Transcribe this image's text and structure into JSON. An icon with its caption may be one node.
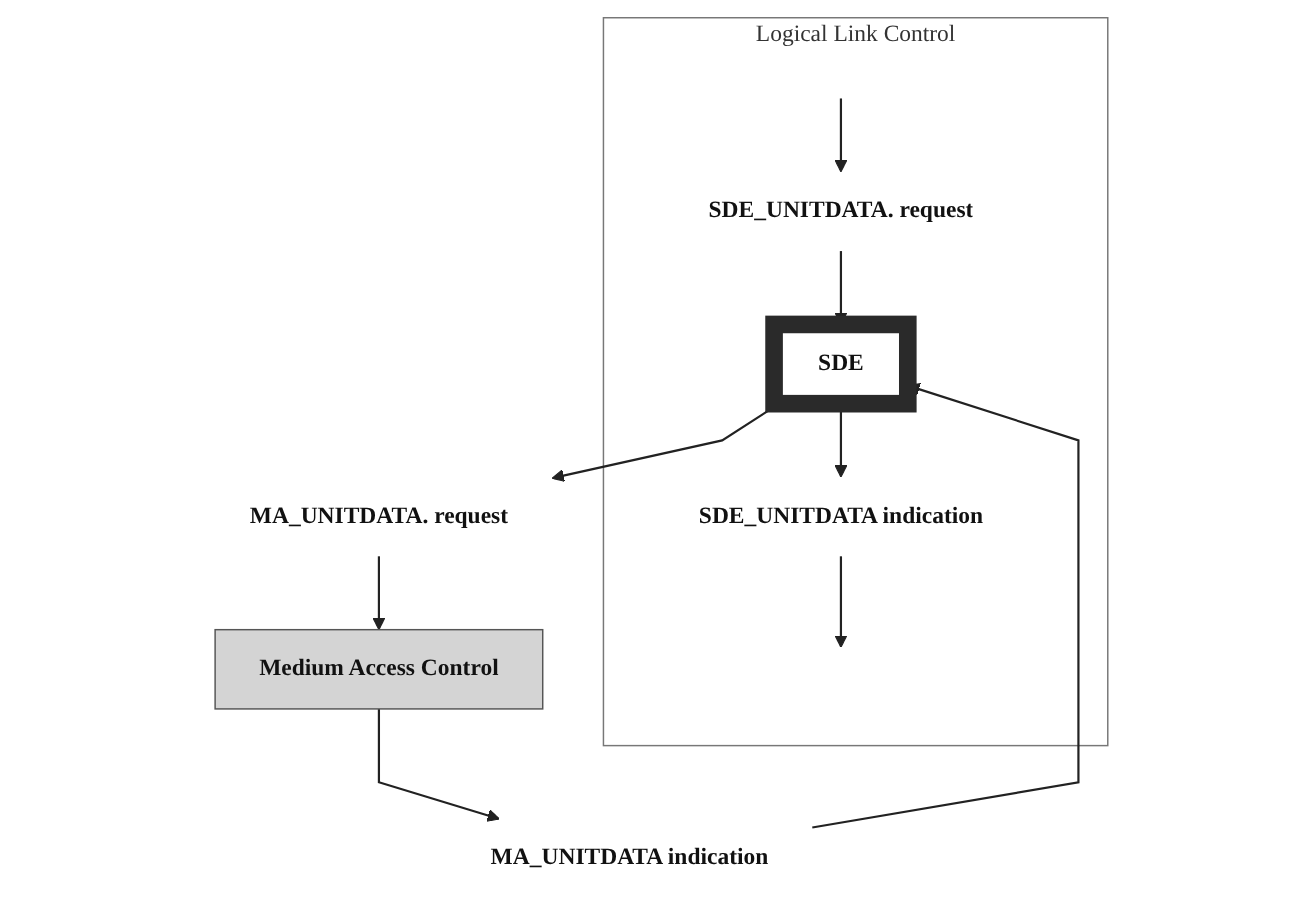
{
  "diagram": {
    "nodes": [
      {
        "text": [
          "Logical Link Control"
        ]
      },
      {
        "text": [
          "SDE_UNITDATA. request"
        ],
        "in": 0
      },
      {
        "text": [
          "SDE_UNITDATA indication"
        ],
        "in": 0
      },
      {
        "text": [
          "SDE"
        ],
        "in": 0
      },
      {
        "text": [
          "MA_UNITDATA. request"
        ]
      },
      {
        "text": [
          "MA_UNITDATA indication"
        ]
      },
      {
        "text": [
          "Medium Access Control"
        ]
      }
    ],
    "edges": [
      {
        "from": null,
        "to": 1,
        "arrow": "to"
      },
      {
        "from": 1,
        "to": 3,
        "arrow": "to"
      },
      {
        "from": 3,
        "to": 4,
        "arrow": "to"
      },
      {
        "from": 4,
        "to": 6,
        "arrow": "to"
      },
      {
        "from": 6,
        "to": 5,
        "arrow": "to"
      },
      {
        "from": 5,
        "to": 3,
        "arrow": "to"
      },
      {
        "from": 3,
        "to": 2,
        "arrow": "to"
      },
      {
        "from": 2,
        "to": null,
        "arrow": "to"
      }
    ]
  }
}
